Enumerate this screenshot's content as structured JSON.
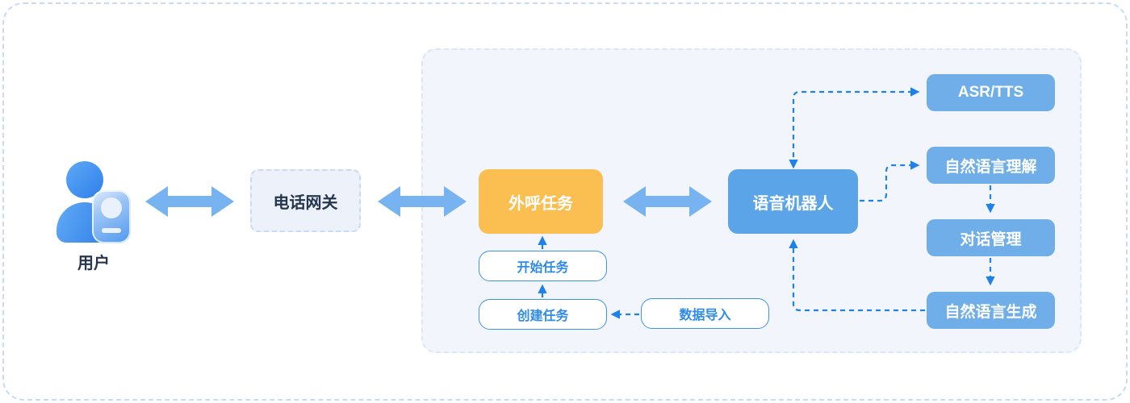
{
  "diagram": {
    "nodes": {
      "user": {
        "label": "用户"
      },
      "gateway": {
        "label": "电话网关"
      },
      "outbound_task": {
        "label": "外呼任务"
      },
      "voice_robot": {
        "label": "语音机器人"
      },
      "asr_tts": {
        "label": "ASR/TTS"
      },
      "nlu": {
        "label": "自然语言理解"
      },
      "dialog_mgmt": {
        "label": "对话管理"
      },
      "nlg": {
        "label": "自然语言生成"
      },
      "start_task": {
        "label": "开始任务"
      },
      "create_task": {
        "label": "创建任务"
      },
      "data_import": {
        "label": "数据导入"
      }
    },
    "edges": [
      {
        "from": "用户",
        "to": "电话网关",
        "type": "bidirectional-solid-arrow"
      },
      {
        "from": "电话网关",
        "to": "外呼任务",
        "type": "bidirectional-solid-arrow"
      },
      {
        "from": "外呼任务",
        "to": "语音机器人",
        "type": "bidirectional-solid-arrow"
      },
      {
        "from": "语音机器人",
        "to": "ASR/TTS",
        "type": "bidirectional-dashed"
      },
      {
        "from": "语音机器人",
        "to": "自然语言理解",
        "type": "dashed"
      },
      {
        "from": "自然语言理解",
        "to": "对话管理",
        "type": "dashed"
      },
      {
        "from": "对话管理",
        "to": "自然语言生成",
        "type": "dashed"
      },
      {
        "from": "自然语言生成",
        "to": "语音机器人",
        "type": "dashed"
      },
      {
        "from": "数据导入",
        "to": "创建任务",
        "type": "dashed"
      },
      {
        "from": "创建任务",
        "to": "开始任务",
        "type": "dashed"
      },
      {
        "from": "开始任务",
        "to": "外呼任务",
        "type": "dashed"
      }
    ],
    "colors": {
      "accent_orange": "#fbbe50",
      "robot_blue": "#5ba4e8",
      "module_blue": "#6faee9",
      "big_arrow_blue": "#76b3f0",
      "connector_blue": "#1e82e8",
      "panel_background": "#f2f6fc",
      "pill_border_blue": "#3e92ea",
      "pill_text_blue": "#2e8be8",
      "dark_text": "#25364e",
      "outer_dashed_border": "#c8dbf5"
    }
  }
}
